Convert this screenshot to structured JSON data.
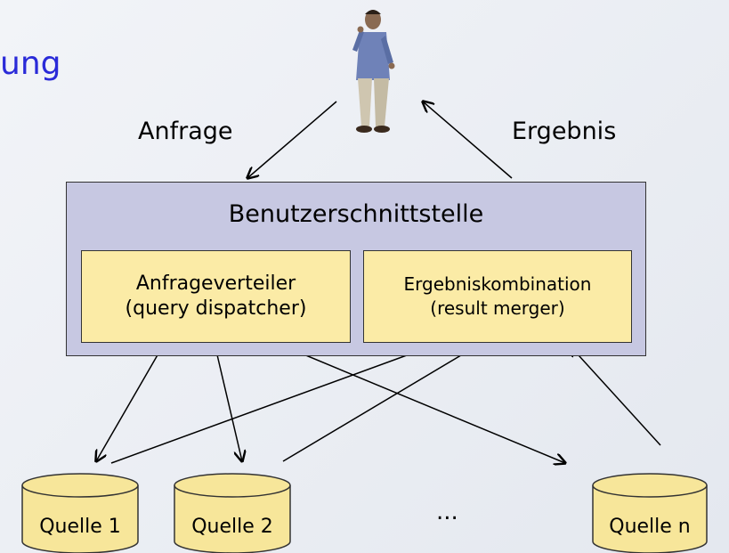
{
  "title": {
    "text": "ung"
  },
  "edges": {
    "query": "Anfrage",
    "result": "Ergebnis"
  },
  "user_interface": {
    "label": "Benutzerschnittstelle",
    "dispatcher": {
      "line1": "Anfrageverteiler",
      "line2": "(query dispatcher)"
    },
    "merger": {
      "line1": "Ergebniskombination",
      "line2": "(result merger)"
    }
  },
  "sources": [
    {
      "label": "Quelle 1"
    },
    {
      "label": "Quelle 2"
    },
    {
      "label": "Quelle n"
    }
  ],
  "ellipsis": "...",
  "colors": {
    "title": "#2a2ad8",
    "interface_fill": "#c7c8e2",
    "component_fill": "#fbeba6",
    "source_fill": "#f7e69a",
    "stroke": "#333333"
  },
  "icons": {
    "user": "person-figure-icon",
    "source": "database-cylinder-icon"
  }
}
